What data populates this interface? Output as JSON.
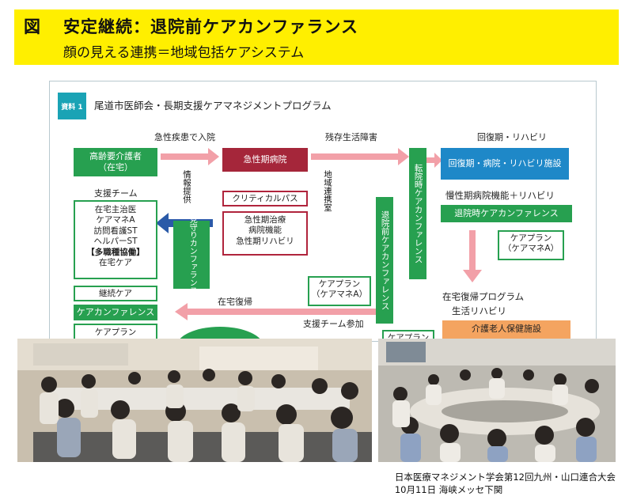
{
  "header": {
    "figure_mark": "図",
    "title": "安定継続：退院前ケアカンファランス",
    "subtitle": "顔の見える連携＝地域包括ケアシステム"
  },
  "diagram": {
    "doc_badge": "資料 1",
    "doc_title": "尾道市医師会・長期支援ケアマネジメントプログラム",
    "label_acute": "急性疾患で入院",
    "label_residual": "残存生活障害",
    "label_recovery": "回復期・リハビリ",
    "box_elderly": "高齢要介護者\n（在宅）",
    "box_acute_hospital": "急性期病院",
    "box_recovery_facility": "回復期・病院・リハビリ施設",
    "label_support_team": "支援チーム",
    "team_members": [
      "在宅主治医",
      "ケアマネA",
      "訪問看護ST",
      "ヘルパーST",
      "【多職種協働】",
      "在宅ケア"
    ],
    "vert_info": "情報提供",
    "vert_regional": "地域連携室",
    "box_clinical_path": "クリティカルパス",
    "acute_items": [
      "急性期治療",
      "病院機能",
      "急性期リハビリ"
    ],
    "vert_watch": "見守りカンファランス",
    "vert_discharge_conf": "退院前ケアカンファレンス",
    "vert_transfer_conf": "転院時ケアカンファレンス",
    "label_chronic": "慢性期病院機能＋リハビリ",
    "box_transfer_conf": "退院時ケアカンファレンス",
    "box_careplan_a1": "ケアプラン\n（ケアマネA）",
    "box_careplan_a2": "ケアプラン\n（ケアマネA）",
    "box_continuous": "継続ケア",
    "box_care_conf": "ケアカンファレンス",
    "box_careplan": "ケアプラン",
    "label_home_return": "在宅復帰",
    "label_team_join": "支援チーム参加",
    "label_home_program": "在宅復帰プログラム",
    "label_life_rehab": "生活リハビリ",
    "box_nursing_facility": "介護老人保健施設",
    "box_careplan_partial": "ケアプラン",
    "colors": {
      "green": "#27a050",
      "dark_red": "#a5263a",
      "blue": "#1e88c8",
      "pink_arrow": "#f2a0a8",
      "navy_arrow": "#2a5aa8",
      "orange": "#f4a460"
    }
  },
  "footer": {
    "line1": "日本医療マネジメント学会第12回九州・山口連合大会",
    "line2": "10月11日 海峡メッセ下関"
  }
}
